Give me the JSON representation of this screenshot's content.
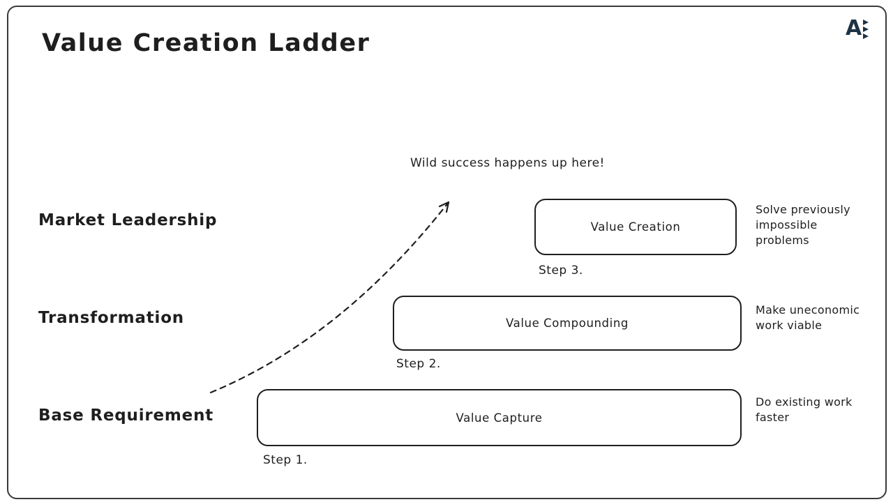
{
  "header": {
    "title": "Value Creation Ladder",
    "logo_letter": "A"
  },
  "annotations": {
    "success_note": "Wild success happens up here!"
  },
  "colors": {
    "ink": "#1e1e1e",
    "logo": "#1d3344",
    "frame": "#3a3a3a"
  },
  "ladder": {
    "rows": [
      {
        "level": "Market Leadership",
        "box": "Value Creation",
        "step": "Step 3.",
        "benefit": "Solve previously\nimpossible\nproblems"
      },
      {
        "level": "Transformation",
        "box": "Value Compounding",
        "step": "Step 2.",
        "benefit": "Make uneconomic\nwork viable"
      },
      {
        "level": "Base Requirement",
        "box": "Value Capture",
        "step": "Step 1.",
        "benefit": "Do existing work\nfaster"
      }
    ]
  }
}
